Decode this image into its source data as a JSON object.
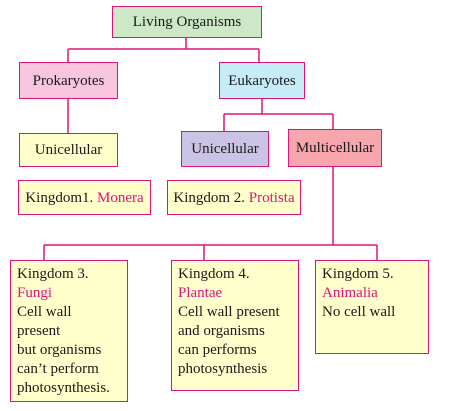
{
  "colors": {
    "border": "#e0157a",
    "line": "#e0157a",
    "highlight_text": "#e0157a",
    "root_fill": "#cce8c6",
    "prokaryotes_fill": "#f7c6de",
    "eukaryotes_fill": "#c6ecf7",
    "pale_yellow_fill": "#ffffcc",
    "unicellular_eu_fill": "#cbc3e6",
    "multicellular_fill": "#f7a6ae"
  },
  "root": {
    "label": "Living Organisms"
  },
  "prokaryotes": {
    "label": "Prokaryotes",
    "unicellular_label": "Unicellular",
    "kingdom_prefix": "Kingdom1. ",
    "kingdom_name": "Monera"
  },
  "eukaryotes": {
    "label": "Eukaryotes",
    "unicellular_label": "Unicellular",
    "multicellular_label": "Multicellular",
    "protista_prefix": "Kingdom 2. ",
    "protista_name": "Protista"
  },
  "kingdoms": {
    "fungi": {
      "title": "Kingdom 3.",
      "name": "Fungi",
      "lines": [
        "Cell wall",
        "present",
        "but organisms",
        "can’t perform",
        "photosynthesis."
      ]
    },
    "plantae": {
      "title": "Kingdom 4.",
      "name": "Plantae",
      "lines": [
        "Cell wall present",
        "and organisms",
        "can performs",
        "photosynthesis"
      ]
    },
    "animalia": {
      "title": "Kingdom 5.",
      "name": "Animalia",
      "lines": [
        "No cell wall"
      ]
    }
  }
}
